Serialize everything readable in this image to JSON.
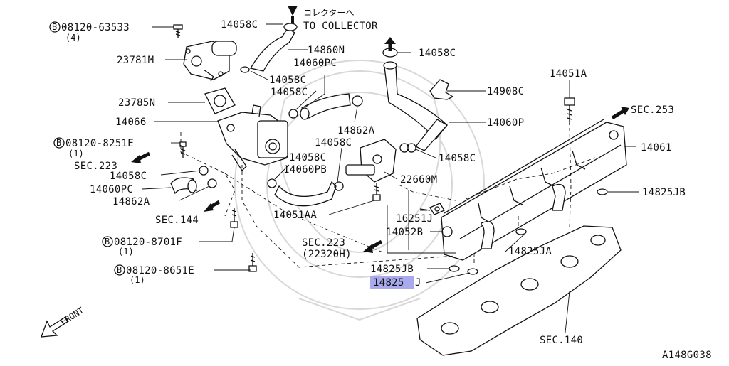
{
  "diagram": {
    "id_code": "A148G038",
    "front_label": "FRONT",
    "bolt_symbol": "B",
    "highlight_color": "#a9a9ee",
    "parts": {
      "p08120_63533": "08120-63533",
      "p08120_63533_qty": "(4)",
      "p23781M": "23781M",
      "p23785N": "23785N",
      "p14066": "14066",
      "p08120_8251E": "08120-8251E",
      "p08120_8251E_qty": "(1)",
      "sec223_a": "SEC.223",
      "p14058C_a": "14058C",
      "p14060PC_a": "14060PC",
      "p14862A_a": "14862A",
      "sec144": "SEC.144",
      "p08120_8701F": "08120-8701F",
      "p08120_8701F_qty": "(1)",
      "p08120_8651E": "08120-8651E",
      "p08120_8651E_qty": "(1)",
      "p14058C_top": "14058C",
      "collector_jp": "コレクターへ",
      "collector_en": "TO COLLECTOR",
      "p14860N": "14860N",
      "p14060PC_b": "14060PC",
      "p14058C_b": "14058C",
      "p14058C_c": "14058C",
      "p14058C_right": "14058C",
      "p14862A_b": "14862A",
      "p14058C_d": "14058C",
      "p14058C_e": "14058C",
      "p14060PB": "14060PB",
      "p22660M": "22660M",
      "p14051AA": "14051AA",
      "p16251J": "16251J",
      "p14052B": "14052B",
      "sec223_b": "SEC.223",
      "sec223_b_sub": "(22320H)",
      "p14908C": "14908C",
      "p14060P": "14060P",
      "p14058C_f": "14058C",
      "p14051A": "14051A",
      "sec253": "SEC.253",
      "p14061": "14061",
      "p14825JB_r": "14825JB",
      "p14825JA": "14825JA",
      "p14825JB_l": "14825JB",
      "p14825J_hl": "14825",
      "p14825J_suffix": "J",
      "sec140": "SEC.140"
    }
  }
}
